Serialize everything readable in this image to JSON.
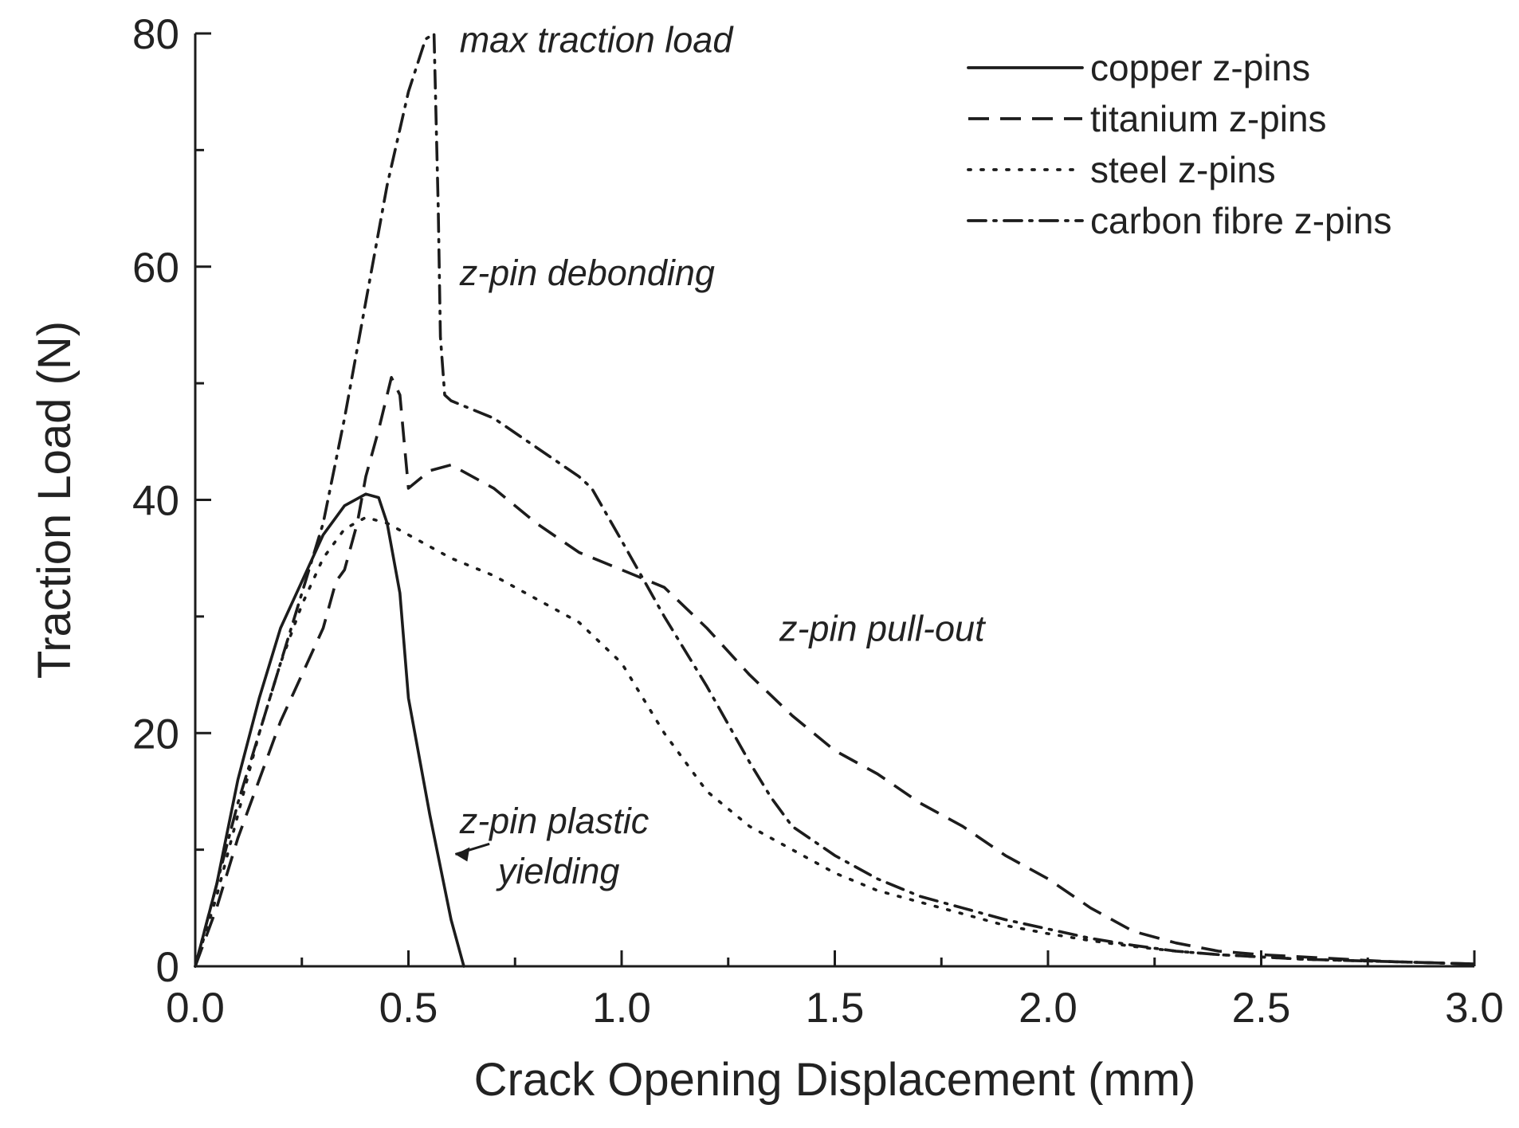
{
  "chart_data": {
    "type": "line",
    "title": "",
    "xlabel": "Crack Opening Displacement (mm)",
    "ylabel": "Traction Load (N)",
    "xlim": [
      0,
      3.0
    ],
    "ylim": [
      0,
      80
    ],
    "x_ticks": [
      "0.0",
      "0.5",
      "1.0",
      "1.5",
      "2.0",
      "2.5",
      "3.0"
    ],
    "y_ticks": [
      "0",
      "20",
      "40",
      "60",
      "80"
    ],
    "grid": false,
    "legend": "top-right",
    "series": [
      {
        "name": "copper z-pins",
        "style": "solid",
        "x": [
          0,
          0.05,
          0.1,
          0.15,
          0.2,
          0.25,
          0.3,
          0.35,
          0.4,
          0.43,
          0.45,
          0.48,
          0.5,
          0.55,
          0.6,
          0.63
        ],
        "y": [
          0,
          7,
          16,
          23,
          29,
          33,
          37,
          39.5,
          40.5,
          40.2,
          38,
          32,
          23,
          13,
          4,
          0
        ]
      },
      {
        "name": "titanium z-pins",
        "style": "dashed",
        "x": [
          0,
          0.05,
          0.1,
          0.15,
          0.2,
          0.25,
          0.3,
          0.33,
          0.35,
          0.38,
          0.4,
          0.43,
          0.46,
          0.48,
          0.49,
          0.5,
          0.55,
          0.6,
          0.7,
          0.8,
          0.9,
          1.0,
          1.1,
          1.2,
          1.3,
          1.4,
          1.5,
          1.6,
          1.7,
          1.8,
          1.9,
          2.0,
          2.1,
          2.2,
          2.3,
          2.4,
          2.5,
          2.6,
          2.7,
          2.8,
          2.9,
          3.0
        ],
        "y": [
          0,
          5,
          11,
          16,
          21,
          25,
          29,
          33,
          34,
          38,
          42,
          46,
          50.5,
          49,
          45,
          41,
          42.5,
          43,
          41,
          38,
          35.5,
          34,
          32.5,
          29,
          25,
          21.5,
          18.5,
          16.5,
          14,
          12,
          9.5,
          7.5,
          5,
          3,
          2,
          1.3,
          1,
          0.8,
          0.6,
          0.4,
          0.3,
          0.2
        ]
      },
      {
        "name": "steel z-pins",
        "style": "dotted",
        "x": [
          0,
          0.05,
          0.1,
          0.15,
          0.2,
          0.25,
          0.3,
          0.35,
          0.4,
          0.45,
          0.5,
          0.6,
          0.7,
          0.8,
          0.9,
          1.0,
          1.1,
          1.2,
          1.3,
          1.4,
          1.5,
          1.6,
          1.7,
          1.8,
          1.9,
          2.0,
          2.1,
          2.2,
          2.3,
          2.4,
          2.5,
          2.6,
          2.7,
          2.8,
          2.9,
          3.0
        ],
        "y": [
          0,
          6,
          13,
          20,
          26,
          31,
          35,
          37.5,
          38.5,
          38,
          37,
          35,
          33.5,
          31.5,
          29.5,
          26,
          20,
          15,
          12,
          10,
          8,
          6.5,
          5.5,
          4.5,
          3.5,
          2.8,
          2.2,
          1.7,
          1.3,
          1,
          0.8,
          0.6,
          0.5,
          0.4,
          0.3,
          0.2
        ]
      },
      {
        "name": "carbon fibre z-pins",
        "style": "dashdot",
        "x": [
          0,
          0.05,
          0.1,
          0.15,
          0.2,
          0.25,
          0.3,
          0.35,
          0.4,
          0.45,
          0.5,
          0.54,
          0.56,
          0.57,
          0.575,
          0.585,
          0.6,
          0.7,
          0.8,
          0.9,
          0.93,
          1.0,
          1.1,
          1.2,
          1.3,
          1.35,
          1.4,
          1.5,
          1.6,
          1.7,
          1.8,
          1.9,
          2.0,
          2.1,
          2.2,
          2.3,
          2.4,
          2.5,
          2.6,
          2.7,
          2.8,
          2.9,
          3.0
        ],
        "y": [
          0,
          7,
          14,
          20,
          26,
          32,
          38,
          47,
          57,
          67,
          75,
          79.5,
          80,
          65,
          54,
          49,
          48.5,
          47,
          44.5,
          42,
          41,
          36.5,
          30,
          24,
          17.5,
          14.5,
          12,
          9.5,
          7.5,
          6,
          5,
          4,
          3.2,
          2.4,
          1.8,
          1.3,
          1,
          0.8,
          0.6,
          0.5,
          0.4,
          0.3,
          0.2
        ]
      }
    ],
    "annotations": [
      {
        "text": "max traction load",
        "x": 0.62,
        "y": 79.5
      },
      {
        "text": "z-pin debonding",
        "x": 0.62,
        "y": 59.5
      },
      {
        "text": "z-pin pull-out",
        "x": 1.37,
        "y": 29
      },
      {
        "text": "z-pin plastic",
        "x": 0.62,
        "y": 12.5
      },
      {
        "text": "yielding",
        "x": 0.71,
        "y": 8.2
      }
    ]
  }
}
